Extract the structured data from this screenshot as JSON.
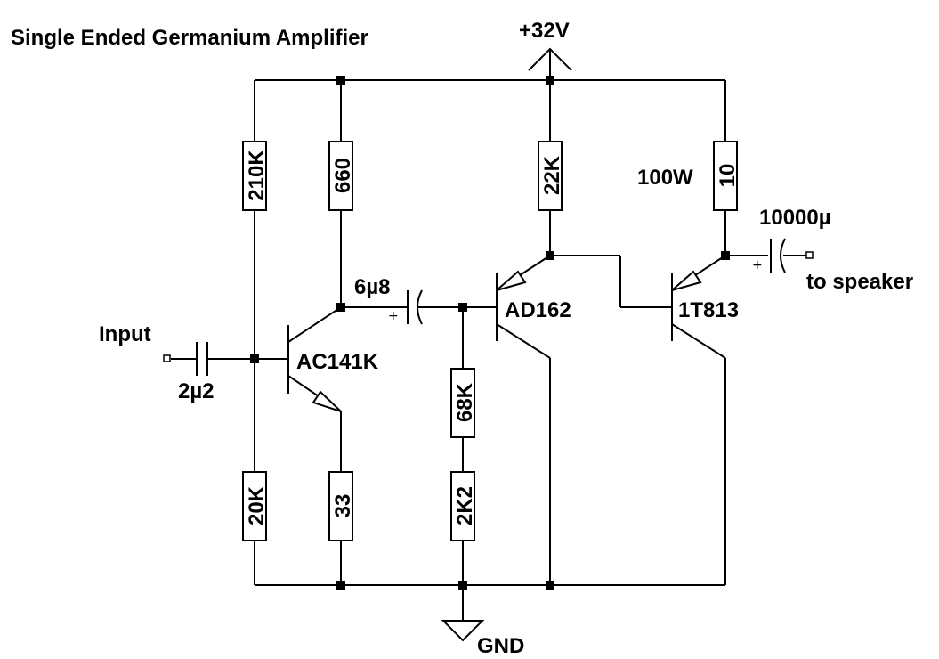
{
  "title": "Single Ended Germanium Amplifier",
  "supply": {
    "label": "+32V"
  },
  "ground": {
    "label": "GND"
  },
  "io": {
    "input_label": "Input",
    "output_label": "to speaker"
  },
  "resistors": {
    "r1": "210K",
    "r2": "660",
    "r3": "22K",
    "r4": "10",
    "r4_power": "100W",
    "r5": "68K",
    "r6": "2K2",
    "r7": "20K",
    "r8": "33"
  },
  "capacitors": {
    "c_in": "2µ2",
    "c_couple": "6µ8",
    "c_out": "10000µ",
    "polarity_mark": "+"
  },
  "transistors": {
    "q1": "AC141K",
    "q2": "AD162",
    "q3": "1T813"
  }
}
